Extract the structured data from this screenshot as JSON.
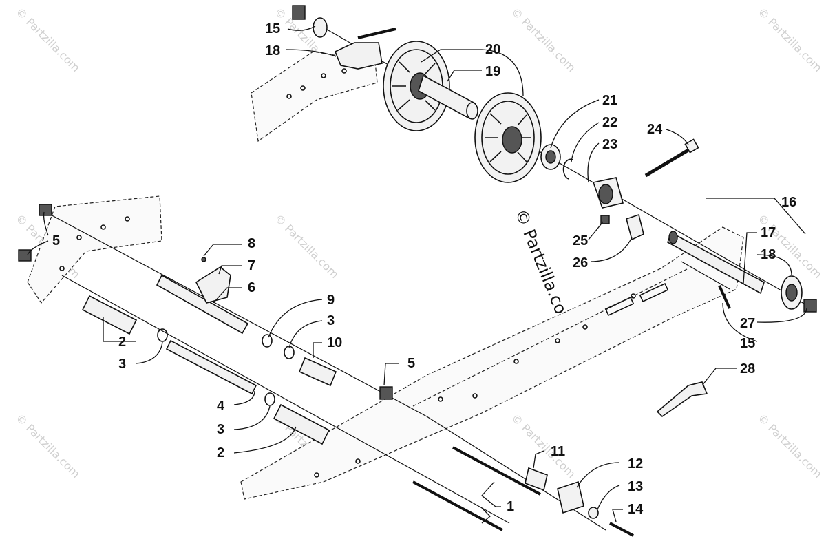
{
  "watermark": {
    "text": "© Partzilla.com",
    "color": "#cfcfcf"
  },
  "center_watermark": "© Partzilla.com",
  "callouts": {
    "c1": "1",
    "c2a": "2",
    "c2b": "2",
    "c3a": "3",
    "c3b": "3",
    "c3c": "3",
    "c4": "4",
    "c5a": "5",
    "c5b": "5",
    "c6": "6",
    "c7": "7",
    "c8": "8",
    "c9": "9",
    "c10": "10",
    "c11": "11",
    "c12": "12",
    "c13": "13",
    "c14": "14",
    "c15a": "15",
    "c15b": "15",
    "c16": "16",
    "c17": "17",
    "c18a": "18",
    "c18b": "18",
    "c19": "19",
    "c20": "20",
    "c21": "21",
    "c22": "22",
    "c23": "23",
    "c24": "24",
    "c25": "25",
    "c26": "26",
    "c27": "27",
    "c28": "28"
  }
}
